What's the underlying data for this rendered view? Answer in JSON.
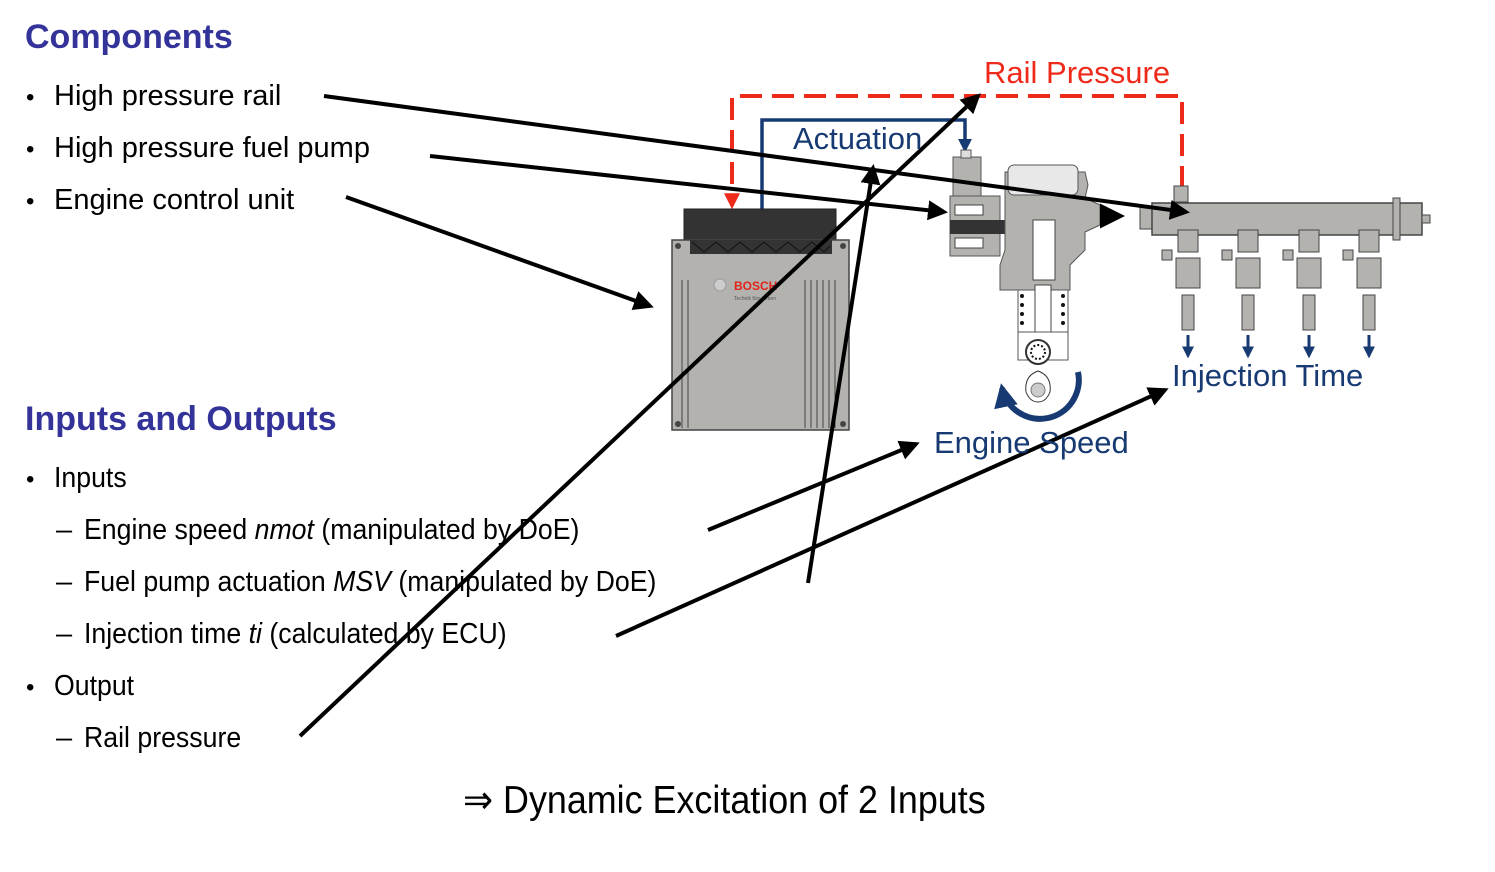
{
  "components": {
    "heading": "Components",
    "items": [
      {
        "label": "High pressure rail"
      },
      {
        "label": "High pressure fuel pump"
      },
      {
        "label": "Engine control unit"
      }
    ]
  },
  "io": {
    "heading": "Inputs and Outputs",
    "inputs_label": "Inputs",
    "inputs": [
      {
        "prefix": "Engine speed ",
        "var": "nmot",
        "suffix": " (manipulated by DoE)"
      },
      {
        "prefix": "Fuel pump actuation ",
        "var": "MSV",
        "suffix": " (manipulated by DoE)"
      },
      {
        "prefix": "Injection time ",
        "var": "ti",
        "suffix": " (calculated by ECU)"
      }
    ],
    "output_label": "Output",
    "outputs": [
      {
        "label": "Rail pressure"
      }
    ]
  },
  "conclusion": "⇒ Dynamic Excitation of 2 Inputs",
  "diagram": {
    "labels": {
      "rail_pressure": "Rail Pressure",
      "actuation": "Actuation",
      "engine_speed": "Engine Speed",
      "injection_time": "Injection Time"
    },
    "ecu": {
      "brand": "BOSCH",
      "tagline": "Technik fürs Leben"
    },
    "colors": {
      "heading": "#333399",
      "rail_pressure": "#ee2a1a",
      "actuation": "#173a73",
      "part_fill": "#b3b2ae",
      "part_dark": "#333333",
      "brand": "#e2231a"
    }
  }
}
